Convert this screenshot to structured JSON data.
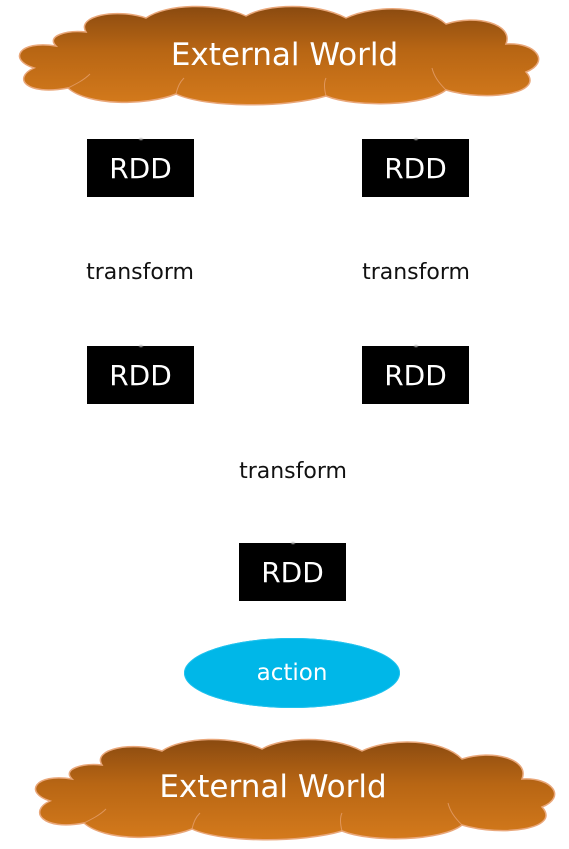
{
  "top_cloud": {
    "label": "External World",
    "color": "#bf6a12"
  },
  "rdd_nodes": [
    "RDD",
    "RDD",
    "RDD",
    "RDD",
    "RDD"
  ],
  "transforms": [
    "transform",
    "transform",
    "transform"
  ],
  "action": {
    "label": "action",
    "color": "#00b7e8"
  },
  "bottom_cloud": {
    "label": "External World",
    "color": "#bf6a12"
  }
}
